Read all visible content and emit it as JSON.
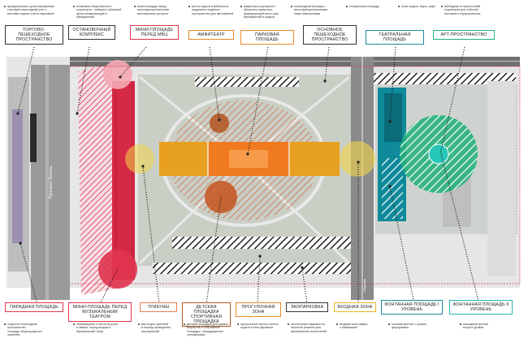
{
  "street_labels": {
    "avenue": "Проспект Ленина",
    "street_top": "ул. Чкалова",
    "street_bottom": "ул. Ворошилова",
    "street_right": "Садовая"
  },
  "top_labels": [
    {
      "id": "trade",
      "text": "ТОРГОВО-ПЕШЕХОДНОЕ ПРОСТРАНСТВО",
      "color": "#555555"
    },
    {
      "id": "stop",
      "text": "ОСТАНОВОЧНЫЙ КОМПЛЕКС",
      "color": "#555555"
    },
    {
      "id": "mini-top",
      "text": "МИНИ-ПЛОЩАДЬ перед МВЦ",
      "color": "#e0344f"
    },
    {
      "id": "amphitheater",
      "text": "АМФИТЕАТР",
      "color": "#e8892b"
    },
    {
      "id": "park",
      "text": "ПАРКОВАЯ ПЛОЩАДЬ",
      "color": "#e8892b"
    },
    {
      "id": "main-ped",
      "text": "ОСНОВНОЕ ПЕШЕХОДНОЕ ПРОСТРАНСТВО",
      "color": "#555555"
    },
    {
      "id": "theatre",
      "text": "ТЕАТРАЛЬНАЯ ПЛОЩАДЬ",
      "color": "#1a8aa0"
    },
    {
      "id": "art",
      "text": "АРТ-ПРОСТРАНСТВО",
      "color": "#25b07c"
    }
  ],
  "bottom_labels": [
    {
      "id": "parade",
      "text": "ПАРАДНАЯ ПЛОЩАДЬ",
      "color": "#e0344f"
    },
    {
      "id": "mini-bottom",
      "text": "МИНИ-ПЛОЩАДЬ перед Музыкальным театром",
      "color": "#e0344f"
    },
    {
      "id": "tribunes",
      "text": "ТРИБУНЫ",
      "color": "#f07a52"
    },
    {
      "id": "kids",
      "text": "ДЕТСКАЯ ПЛОЩАДКА СПОРТИВНАЯ ПЛОЩАДКА",
      "color": "#b3531f"
    },
    {
      "id": "walk",
      "text": "ПРОГУЛОЧНАЯ ЗОНА",
      "color": "#e8892b"
    },
    {
      "id": "eco",
      "text": "ЭКОПАРКОВКА",
      "color": "#555555"
    },
    {
      "id": "entry",
      "text": "ВХОДНАЯ ЗОНА",
      "color": "#e8b62b"
    },
    {
      "id": "fount1",
      "text": "ФОНТАННАЯ ПЛОЩАДЬ I УРОВЕНЬ",
      "color": "#1a8aa0"
    },
    {
      "id": "fount2",
      "text": "ФОНТАННАЯ ПЛОЩАДЬ II УРОВЕНЬ",
      "color": "#2bb1b6"
    }
  ],
  "top_notes": [
    {
      "lines": [
        "функционально-ориентированный",
        "торговый пешеходный узел с",
        "местами отдыха и вело-парковкой"
      ]
    },
    {
      "lines": [
        "остановка общественного",
        "транспорта - лабиринт-обзорный",
        "центр коммуникаций и объединения"
      ]
    },
    {
      "lines": [
        "мини-площадь перед",
        "многофункциональным",
        "выставочным центром"
      ]
    },
    {
      "lines": [
        "места отдыха в мобильных",
        "модульных сиденьях",
        "пространство для фестивалей"
      ]
    },
    {
      "lines": [
        "амфитеатр сценарного",
        "обзорного характера,",
        "формирующий место для",
        "мероприятий и отдыха"
      ]
    },
    {
      "lines": [
        "пешеходный бульвар с",
        "многофункциональными",
        "кафе-павильонами"
      ]
    },
    {
      "lines": [
        "театральная площадь"
      ]
    },
    {
      "lines": [
        "зоны отдыха, бары, кафе"
      ]
    },
    {
      "lines": [
        "свободная от препятствий",
        "территория для событий,",
        "выставок и перформансов"
      ]
    }
  ],
  "bottom_notes": [
    {
      "lines": [
        "открытое пешеходное",
        "пространство",
        "площадь общегородского",
        "значения"
      ]
    },
    {
      "lines": [
        "перемещение и места встречи",
        "в сквере, перед входом в",
        "Музыкальный театр"
      ]
    },
    {
      "lines": [
        "места для зрителей",
        "в период проведения",
        "мероприятий"
      ]
    },
    {
      "lines": [
        "детская площадка для разных",
        "возрастов и спортивные",
        "площадки, оборудованные",
        "тренажерами"
      ]
    },
    {
      "lines": [
        "прогулочные тропы и места",
        "отдыха в тени деревьев"
      ]
    },
    {
      "lines": [
        "экологичная парковка на",
        "газонной решетке для",
        "автомобилей посетителей"
      ]
    },
    {
      "lines": [
        "входная зона сквера",
        "с навигацией"
      ]
    },
    {
      "lines": [
        "плоский фонтан с сухими",
        "форсунками"
      ]
    },
    {
      "lines": [
        "каскадный фонтан",
        "второго уровня"
      ]
    }
  ],
  "colors": {
    "red": "#e0344f",
    "red_dark": "#c8203a",
    "orange": "#f07a20",
    "amber": "#e8a020",
    "yellow": "#f3d54a",
    "brown": "#b3531f",
    "teal": "#0e8a9a",
    "green": "#25b07c",
    "gray": "#8a8a8a",
    "black": "#1e1e1e"
  }
}
